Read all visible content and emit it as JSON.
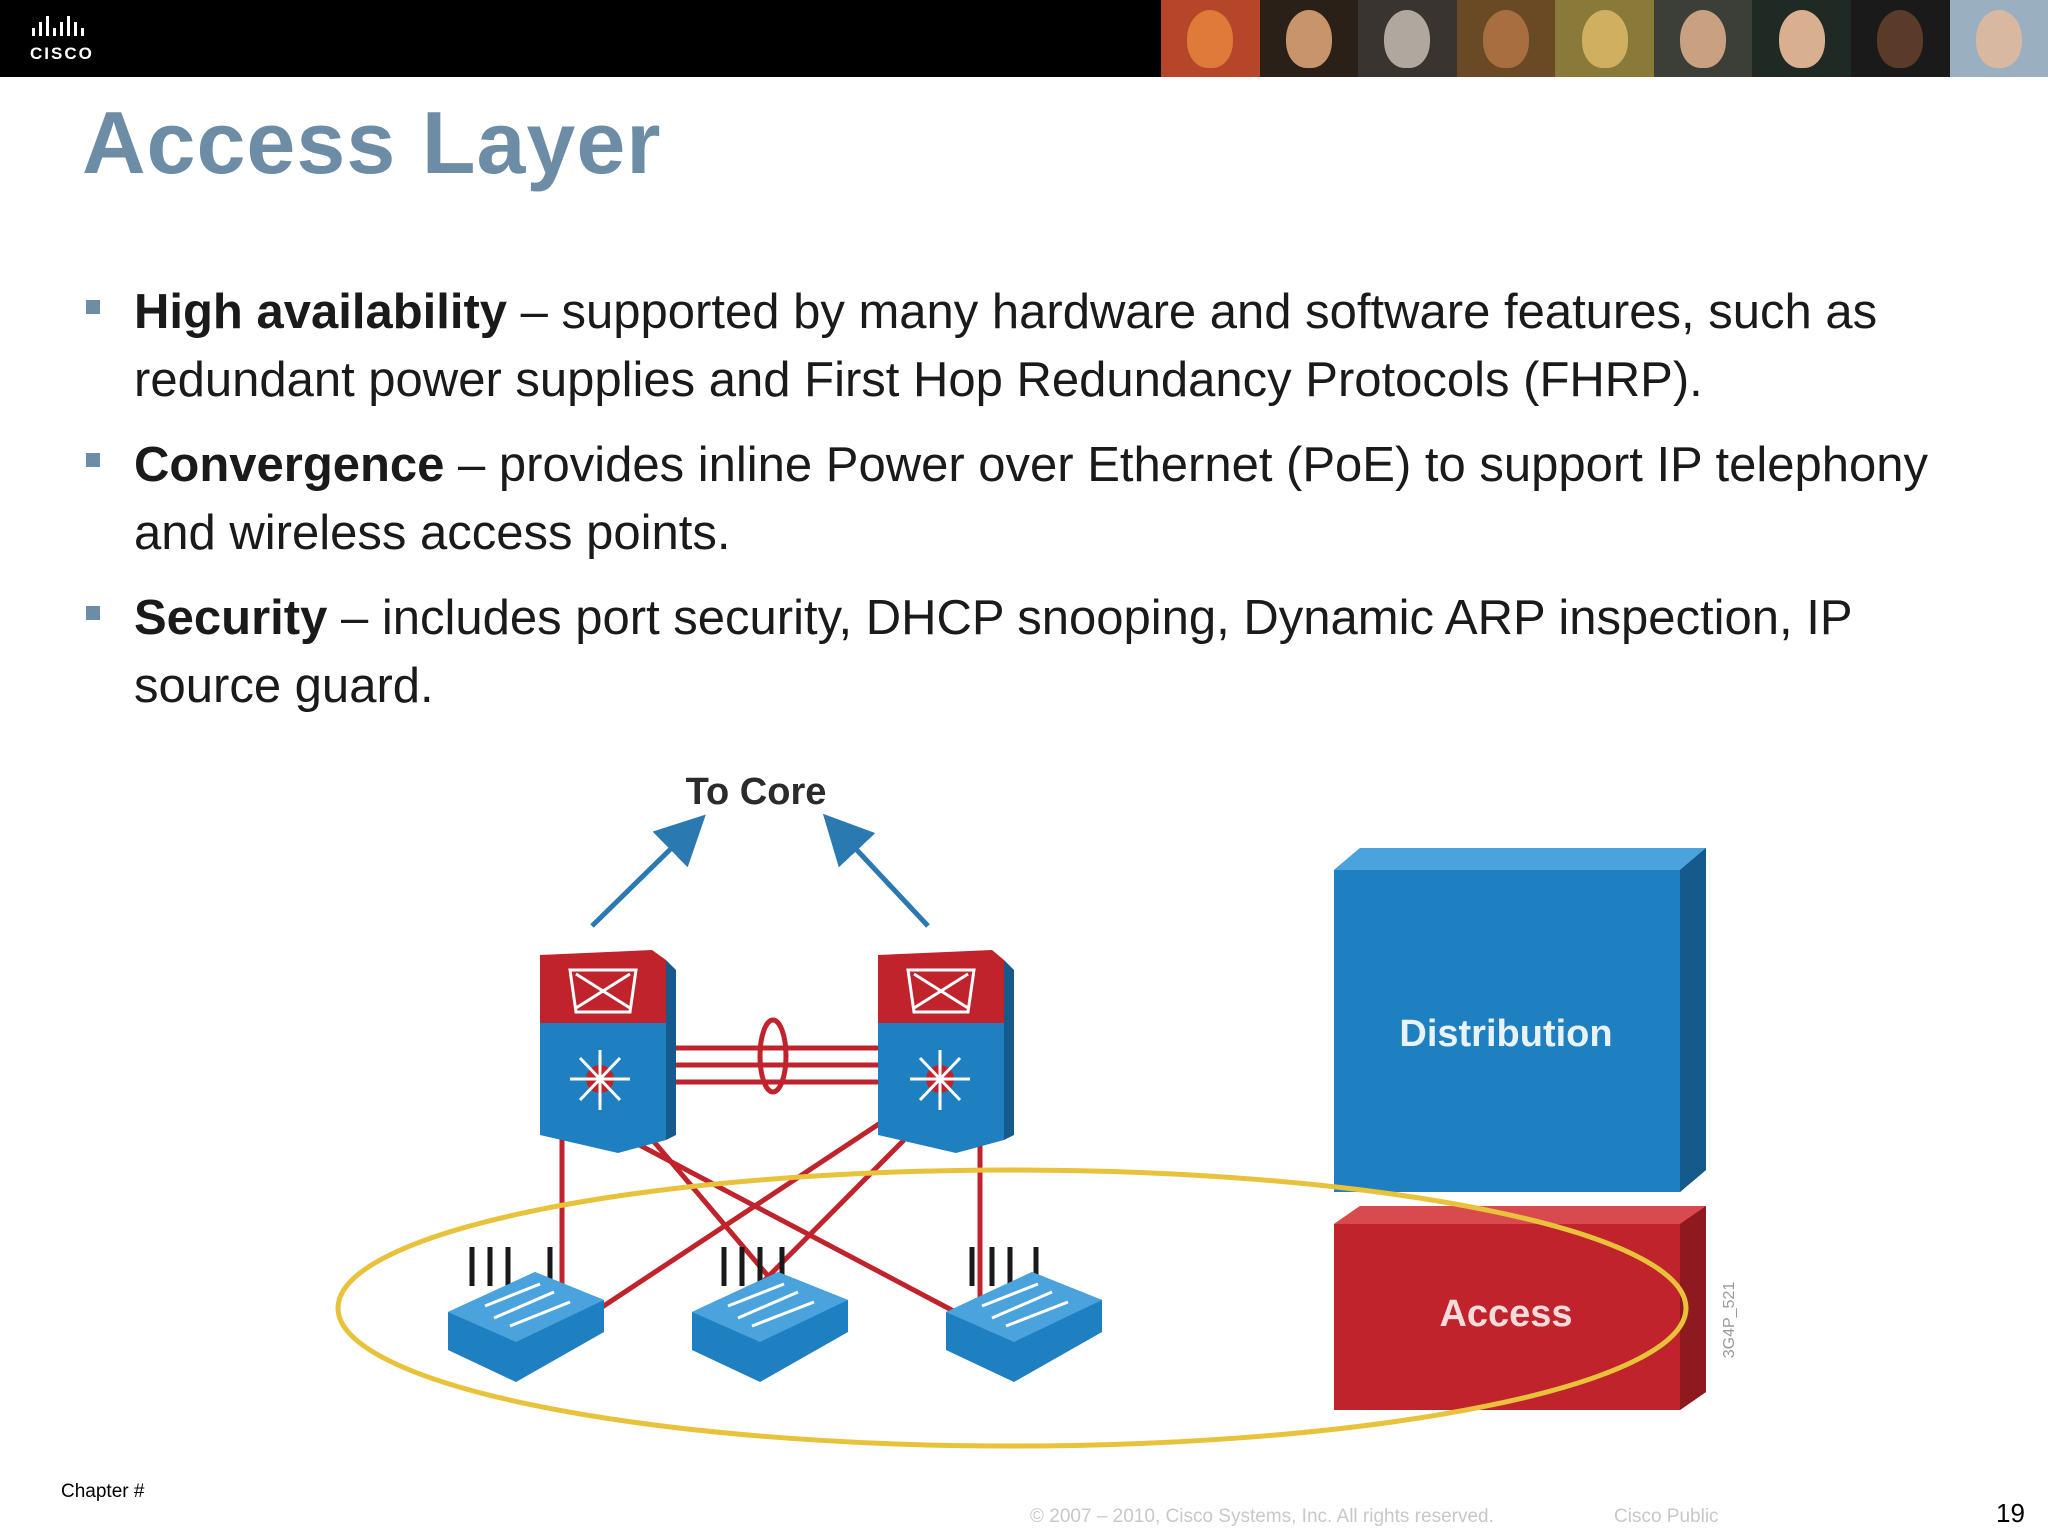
{
  "header": {
    "logo_text": "CISCO",
    "photo_strip_icon": "people-photo-strip"
  },
  "slide": {
    "title": "Access Layer",
    "bullets": [
      {
        "term": "High availability",
        "text": " – supported by many hardware and software features, such as redundant power supplies and First Hop Redundancy Protocols (FHRP)."
      },
      {
        "term": "Convergence",
        "text": " – provides inline Power over Ethernet (PoE) to support IP telephony and wireless access points."
      },
      {
        "term": "Security",
        "text": " – includes port security, DHCP snooping, Dynamic ARP inspection, IP source guard."
      }
    ]
  },
  "diagram": {
    "to_core_label": "To Core",
    "distribution_label": "Distribution",
    "access_label": "Access",
    "figure_id": "3G4P_521",
    "colors": {
      "blue": "#1e7fc1",
      "red": "#c0232b",
      "ellipse": "#e8c23a",
      "arrow": "#2a79b0"
    }
  },
  "footer": {
    "chapter": "Chapter #",
    "copyright": "© 2007 – 2010, Cisco Systems, Inc. All rights reserved.",
    "classification": "Cisco Public",
    "page_number": "19"
  }
}
